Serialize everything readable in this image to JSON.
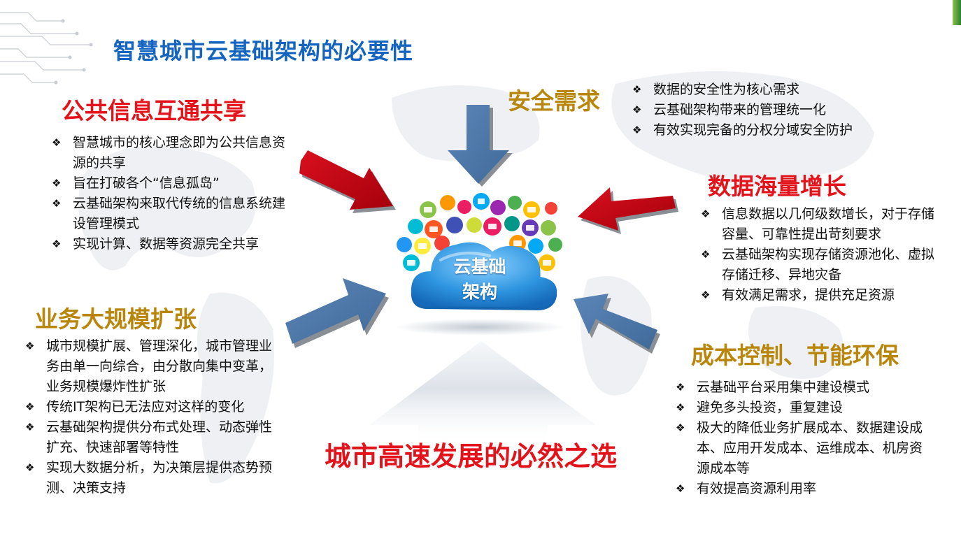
{
  "title": "智慧城市云基础架构的必要性",
  "center": {
    "line1": "云基础",
    "line2": "架构"
  },
  "bottom_title": "城市高速发展的必然之选",
  "colors": {
    "title": "#1565c0",
    "red": "#e3131b",
    "gold": "#b8860b",
    "arrow_blue": "#4a78a8",
    "arrow_red": "#c5000f"
  },
  "sections": {
    "public_info": {
      "heading": "公共信息互通共享",
      "items": [
        "智慧城市的核心理念即为公共信息资源的共享",
        "旨在打破各个“信息孤岛”",
        "云基础架构来取代传统的信息系统建设管理模式",
        "实现计算、数据等资源完全共享"
      ]
    },
    "security": {
      "heading": "安全需求",
      "items": [
        "数据的安全性为核心需求",
        "云基础架构带来的管理统一化",
        "有效实现完备的分权分域安全防护"
      ]
    },
    "data_growth": {
      "heading": "数据海量增长",
      "items": [
        "信息数据以几何级数增长，对于存储容量、可靠性提出苛刻要求",
        "云基础架构实现存储资源池化、虚拟存储迁移、异地灾备",
        "有效满足需求，提供充足资源"
      ]
    },
    "business": {
      "heading": "业务大规模扩张",
      "items": [
        "城市规模扩展、管理深化，城市管理业务由单一向综合，由分散向集中变革，业务规模爆炸性扩张",
        "传统IT架构已无法应对这样的变化",
        "云基础架构提供分布式处理、动态弹性扩充、快速部署等特性",
        "实现大数据分析，为决策层提供态势预测、决策支持"
      ]
    },
    "cost": {
      "heading": "成本控制、节能环保",
      "items": [
        "云基础平台采用集中建设模式",
        "避免多头投资，重复建设",
        "极大的降低业务扩展成本、数据建设成本、应用开发成本、运维成本、机房资源成本等",
        "有效提高资源利用率"
      ]
    }
  }
}
